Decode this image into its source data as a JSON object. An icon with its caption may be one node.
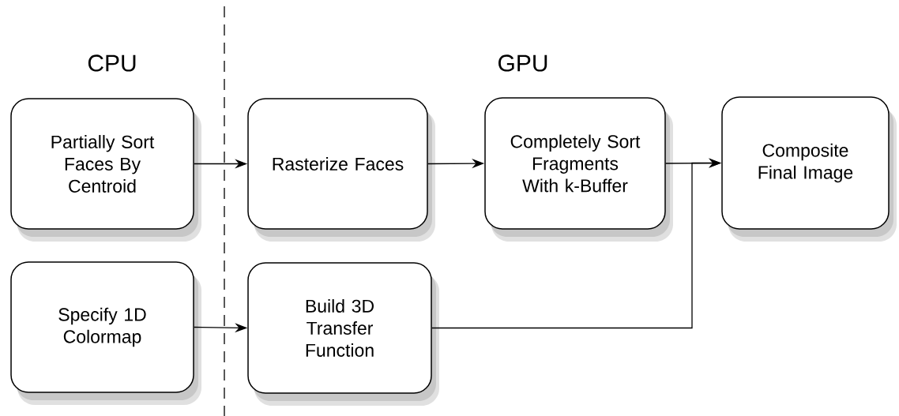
{
  "diagram": {
    "nodes": [
      {
        "text": [
          "Partially Sort Faces By Centroid"
        ]
      },
      {
        "text": [
          "Rasterize Faces"
        ]
      },
      {
        "text": [
          "Completely Sort Fragments With k-Buffer"
        ]
      },
      {
        "text": [
          "Composite Final Image"
        ]
      },
      {
        "text": [
          "Specify 1D Colormap"
        ]
      },
      {
        "text": [
          "Build 3D Transfer Function"
        ]
      }
    ],
    "edges": [
      {
        "from": 0,
        "to": 1,
        "arrow": "to"
      },
      {
        "from": 1,
        "to": 2,
        "arrow": "to"
      },
      {
        "from": 2,
        "to": 3,
        "arrow": "to"
      },
      {
        "from": 4,
        "to": 5,
        "arrow": "to"
      },
      {
        "from": 5,
        "to": 3,
        "arrow": "to"
      }
    ],
    "labels": [
      "CPU",
      "GPU"
    ]
  }
}
